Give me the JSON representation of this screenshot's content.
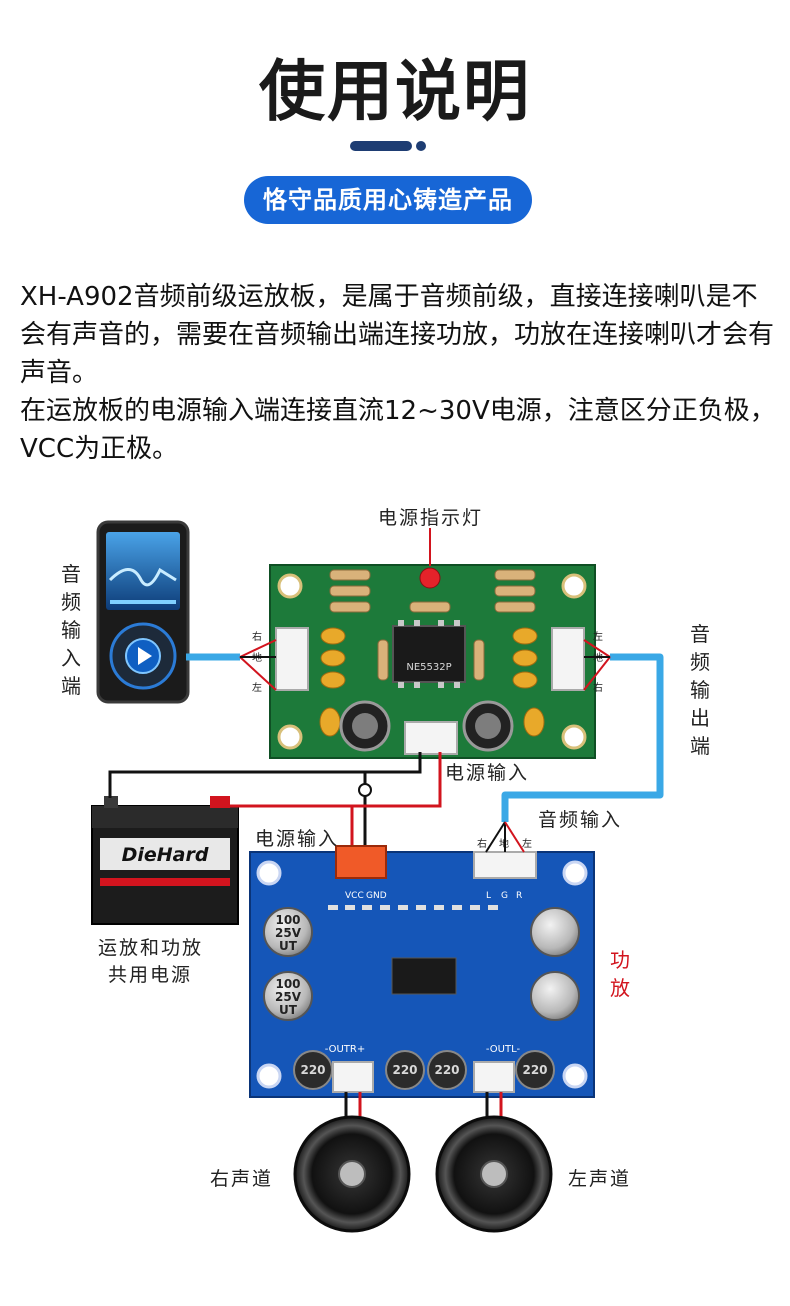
{
  "header": {
    "title": "使用说明",
    "badge": "恪守品质用心铸造产品"
  },
  "description": {
    "paragraph1": "XH-A902音频前级运放板，是属于音频前级，直接连接喇叭是不会有声音的，需要在音频输出端连接功放，功放在连接喇叭才会有声音。",
    "paragraph2": "在运放板的电源输入端连接直流12~30V电源，注意区分正负极，VCC为正极。"
  },
  "diagram": {
    "power_indicator": "电源指示灯",
    "audio_input_end": "音频输入端",
    "audio_output_end": "音频输出端",
    "preamp_power_input": "电源输入",
    "amp_audio_input": "音频输入",
    "amp_power_input": "电源输入",
    "shared_power_line1": "运放和功放",
    "shared_power_line2": "共用电源",
    "amplifier": "功放",
    "right_channel": "右声道",
    "left_channel": "左声道",
    "battery_brand": "DieHard",
    "chip_label": "NE5532P",
    "preamp_connector": {
      "right": "右",
      "ground": "地",
      "left": "左"
    },
    "amp_connector": {
      "right": "右",
      "ground": "地",
      "left": "左"
    },
    "amp_power_pins": {
      "vcc": "VCC",
      "gnd": "GND"
    },
    "amp_input_pins": {
      "l": "L",
      "g": "G",
      "r": "R"
    },
    "capacitor_rating": "100 25V UT",
    "capacitor_value": "100",
    "capacitor_voltage": "25V",
    "capacitor_code": "UT",
    "inductor_value": "220",
    "amp_output_right": "-OUTR+",
    "amp_output_left": "-OUTL-",
    "colors": {
      "wire_blue": "#3aa8e6",
      "wire_red": "#d2141e",
      "preamp_pcb": "#1d7a3a",
      "amp_pcb": "#1556b8",
      "badge_blue": "#1766d6"
    }
  }
}
